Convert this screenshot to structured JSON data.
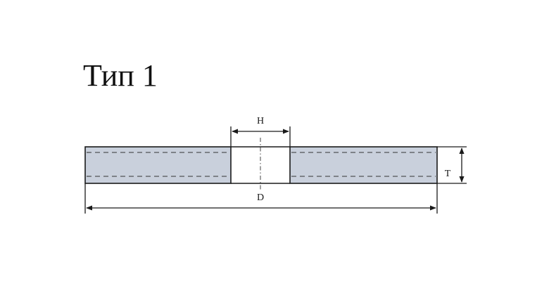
{
  "title": "Тип 1",
  "labels": {
    "bore": "H",
    "diameter": "D",
    "thickness": "T"
  },
  "colors": {
    "wheel_fill": "#c9d0dc",
    "line": "#1a1a1a",
    "background": "#ffffff"
  }
}
